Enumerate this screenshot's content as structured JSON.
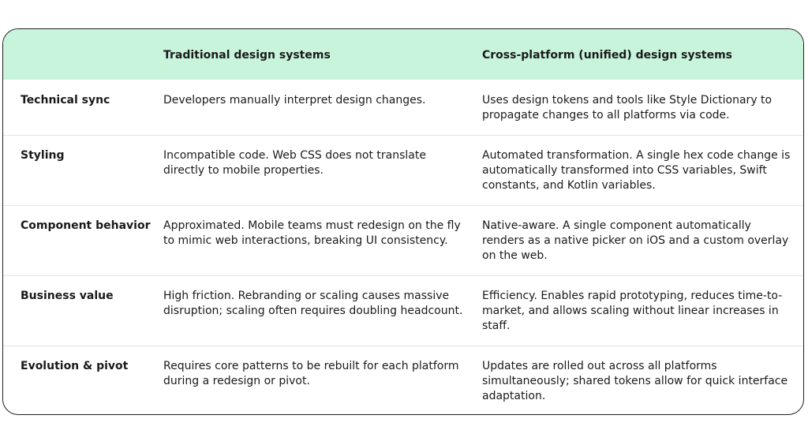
{
  "table": {
    "headers": [
      "",
      "Traditional design systems",
      "Cross-platform (unified) design systems"
    ],
    "rows": [
      {
        "label": "Technical sync",
        "traditional": "Developers manually interpret design changes.",
        "unified": "Uses design tokens and tools like Style Dictionary to propagate changes to all platforms via code."
      },
      {
        "label": "Styling",
        "traditional": "Incompatible code. Web CSS does not translate directly to mobile properties.",
        "unified": "Automated transformation. A single hex code change is automatically transformed into CSS variables, Swift constants, and Kotlin variables."
      },
      {
        "label": "Component behavior",
        "traditional": "Approximated. Mobile teams must redesign on the fly to mimic web interactions, breaking UI consistency.",
        "unified": "Native-aware. A single component automatically renders as a native picker on iOS and a custom overlay on the web."
      },
      {
        "label": "Business value",
        "traditional": "High friction. Rebranding or scaling causes massive disruption; scaling often requires doubling headcount.",
        "unified": "Efficiency. Enables rapid prototyping, reduces time-to-market, and allows scaling without linear increases in staff."
      },
      {
        "label": "Evolution & pivot",
        "traditional": "Requires core patterns to be rebuilt for each platform during a redesign or pivot.",
        "unified": "Updates are rolled out across all platforms simultaneously; shared tokens allow for quick interface adaptation."
      }
    ]
  },
  "colors": {
    "header_bg": "#c8f4dc",
    "border": "#1f1f1f",
    "row_divider": "#e3e3e3"
  }
}
